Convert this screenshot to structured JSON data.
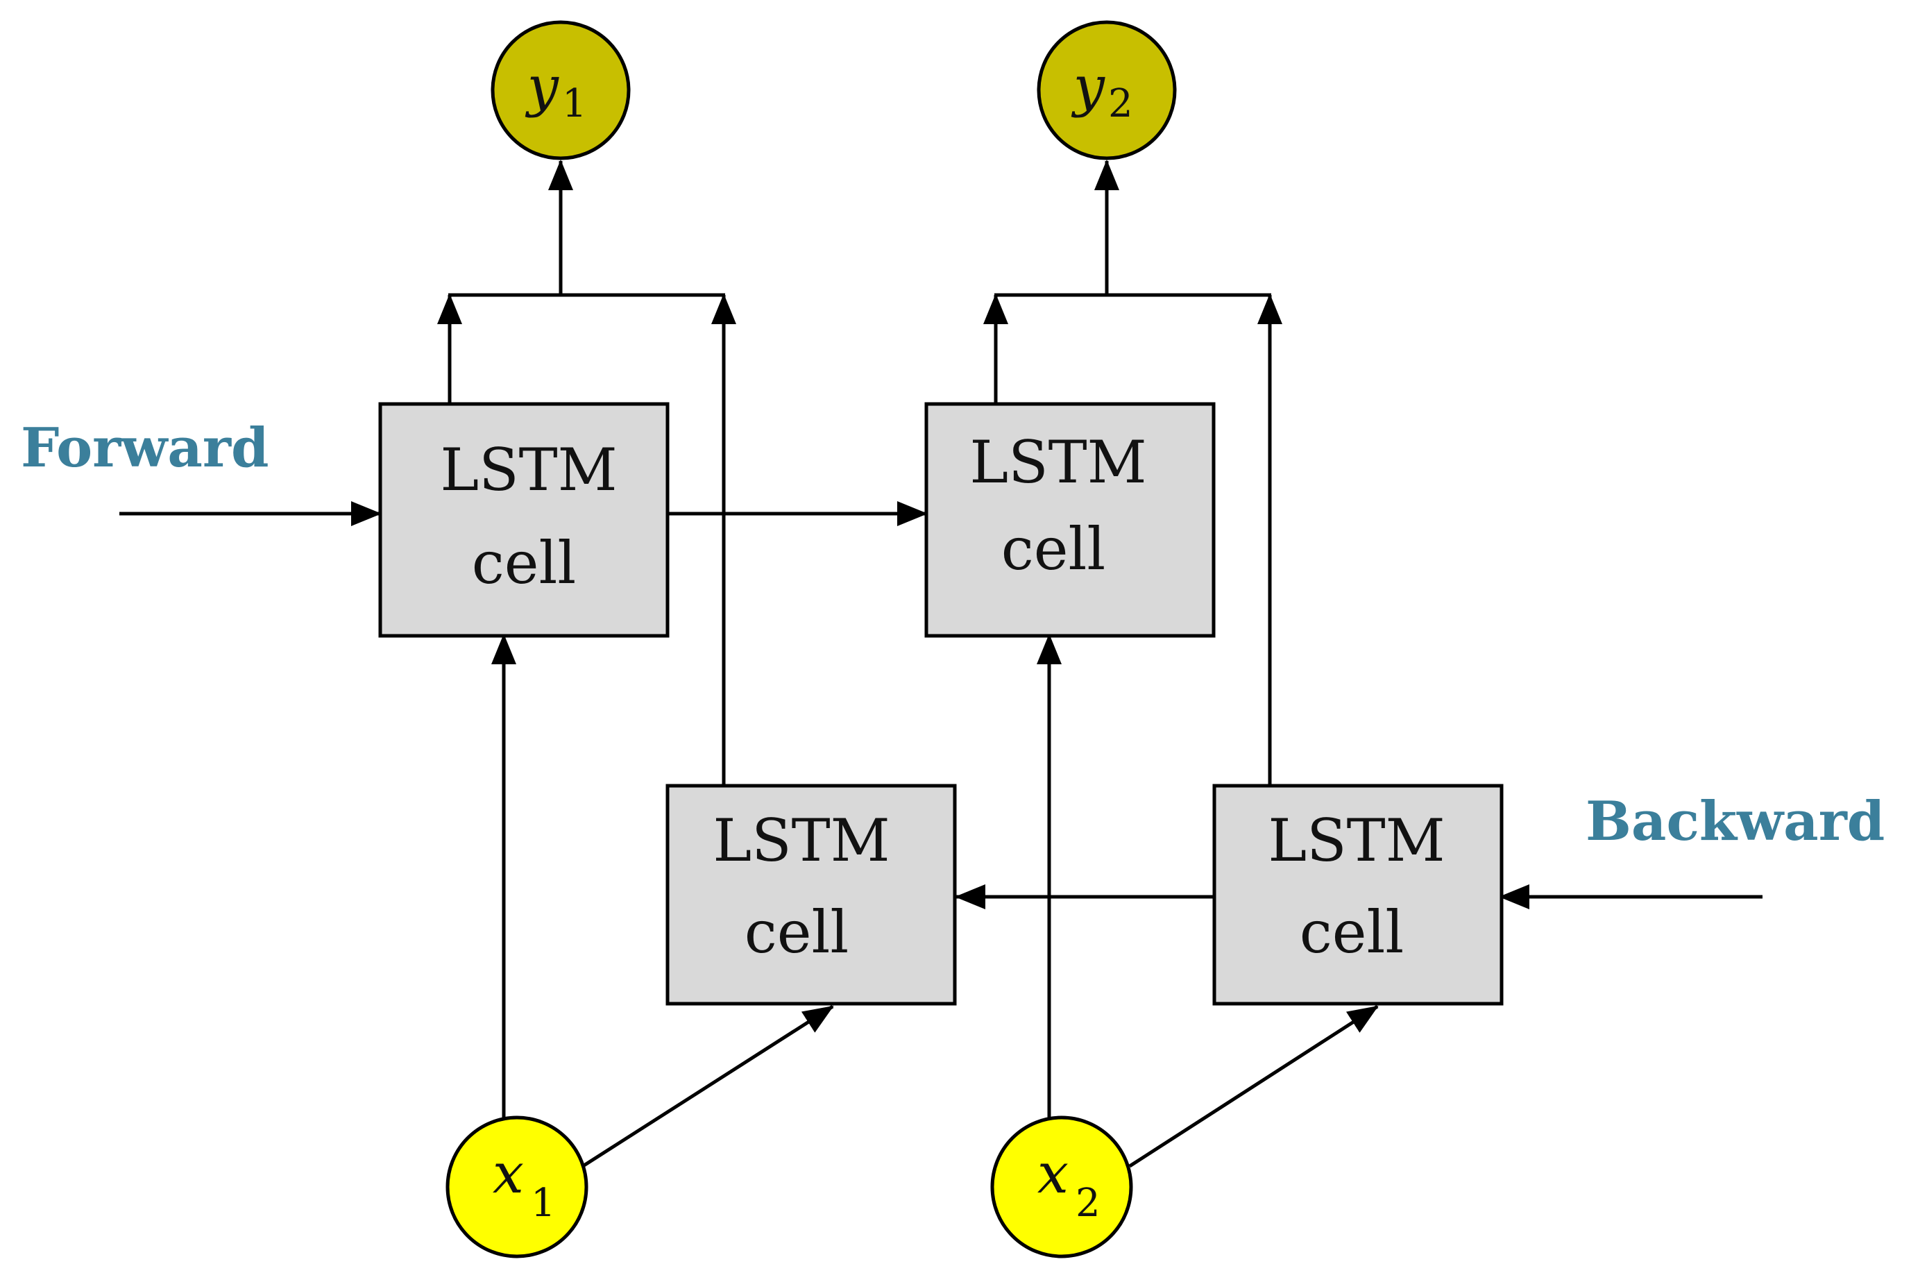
{
  "colors": {
    "cell_fill": "#d9d9d9",
    "output_node_fill": "#c8bf00",
    "input_node_fill": "#ffff00",
    "label_color": "#3b7f9b",
    "line_color": "#000000"
  },
  "labels": {
    "forward": "Forward",
    "backward": "Backward"
  },
  "cells": [
    {
      "line1": "LSTM",
      "line2": "cell"
    },
    {
      "line1": "LSTM",
      "line2": "cell"
    },
    {
      "line1": "LSTM",
      "line2": "cell"
    },
    {
      "line1": "LSTM",
      "line2": "cell"
    }
  ],
  "outputs": [
    {
      "letter": "y",
      "sub": "1"
    },
    {
      "letter": "y",
      "sub": "2"
    }
  ],
  "inputs": [
    {
      "letter": "x",
      "sub": "1"
    },
    {
      "letter": "x",
      "sub": "2"
    }
  ]
}
